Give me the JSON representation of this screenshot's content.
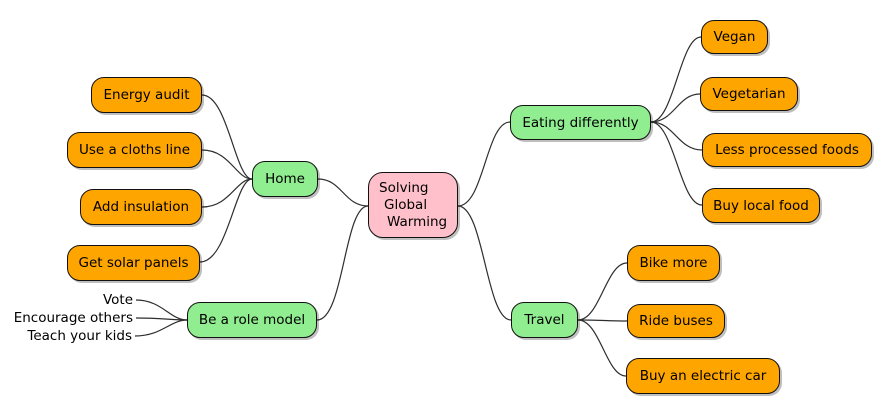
{
  "diagram_type": "mindmap",
  "colors": {
    "root_fill": "#FFC0CB",
    "branch_fill": "#90EE90",
    "leaf_fill": "#FFA500",
    "border": "#111111",
    "edge": "#2e2e2e",
    "background": "#ffffff"
  },
  "root": {
    "label": "Solving Global Warming",
    "line1": "Solving",
    "line2": "Global",
    "line3": "Warming"
  },
  "branches": [
    {
      "label": "Home",
      "children": [
        "Energy audit",
        "Use a cloths line",
        "Add insulation",
        "Get solar panels"
      ]
    },
    {
      "label": "Be a role model",
      "children": [
        "Vote",
        "Encourage others",
        "Teach your kids"
      ]
    },
    {
      "label": "Eating differently",
      "children": [
        "Vegan",
        "Vegetarian",
        "Less processed foods",
        "Buy local food"
      ]
    },
    {
      "label": "Travel",
      "children": [
        "Bike more",
        "Ride buses",
        "Buy an electric car"
      ]
    }
  ]
}
